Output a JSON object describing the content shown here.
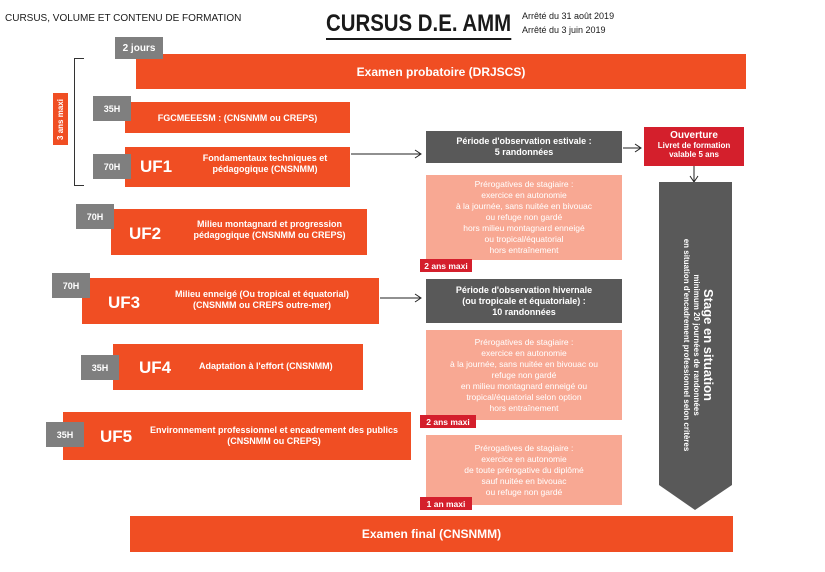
{
  "header": {
    "top_left": "CURSUS, VOLUME ET CONTENU DE FORMATION",
    "title": "CURSUS D.E. AMM",
    "date1": "Arrêté du 31 août 2019",
    "date2": "Arrêté du 3 juin 2019"
  },
  "left_bracket_label": "3 ans maxi",
  "exam_probatoire": {
    "hours": "2 jours",
    "label": "Examen probatoire (DRJSCS)"
  },
  "fgcme": {
    "hours": "35H",
    "label": "FGCMEEESM : (CNSNMM ou CREPS)"
  },
  "ufs": [
    {
      "hours": "70H",
      "code": "UF1",
      "label": "Fondamentaux techniques et\npédagogique (CNSNMM)"
    },
    {
      "hours": "70H",
      "code": "UF2",
      "label": "Milieu montagnard et progression\npédagogique (CNSNMM ou CREPS)"
    },
    {
      "hours": "70H",
      "code": "UF3",
      "label": "Milieu enneigé (Ou tropical et équatorial)\n(CNSNMM ou CREPS outre-mer)"
    },
    {
      "hours": "35H",
      "code": "UF4",
      "label": "Adaptation à l'effort (CNSNMM)"
    },
    {
      "hours": "35H",
      "code": "UF5",
      "label": "Environnement professionnel et encadrement des publics\n(CNSNMM ou CREPS)"
    }
  ],
  "obs_estivale": "Période d'observation estivale :\n5 randonnées",
  "ouverture": {
    "title": "Ouverture",
    "sub": "Livret de formation\nvalable 5 ans"
  },
  "prerog1": {
    "text": "Prérogatives de stagiaire :\nexercice en autonomie\nà la journée, sans nuitée en bivouac\nou refuge non gardé\nhors milieu montagnard enneigé\nou tropical/équatorial\nhors entraînement",
    "badge": "2 ans maxi"
  },
  "obs_hivernale": "Période d'observation hivernale\n(ou tropicale et équatoriale) :\n10 randonnées",
  "prerog2": {
    "text": "Prérogatives de stagiaire :\nexercice en autonomie\nà la journée, sans nuitée en bivouac ou\nrefuge non gardé\nen milieu montagnard enneigé ou\ntropical/équatorial selon option\nhors entraînement",
    "badge": "2 ans maxi"
  },
  "prerog3": {
    "text": "Prérogatives de stagiaire :\nexercice en autonomie\nde toute prérogative du diplômé\nsauf nuitée en bivouac\nou refuge non gardé",
    "badge": "1 an maxi"
  },
  "stage": {
    "title": "Stage en situation",
    "line1": "minimum 20 journées de randonnées",
    "line2": "en situation d'encadrement professionnel selon critères"
  },
  "exam_final": "Examen final (CNSNMM)",
  "colors": {
    "red": "#f04e23",
    "grey": "#7f7f7f",
    "dark_grey": "#595959",
    "pink": "#f8a893",
    "dark_red": "#d41f2c"
  }
}
